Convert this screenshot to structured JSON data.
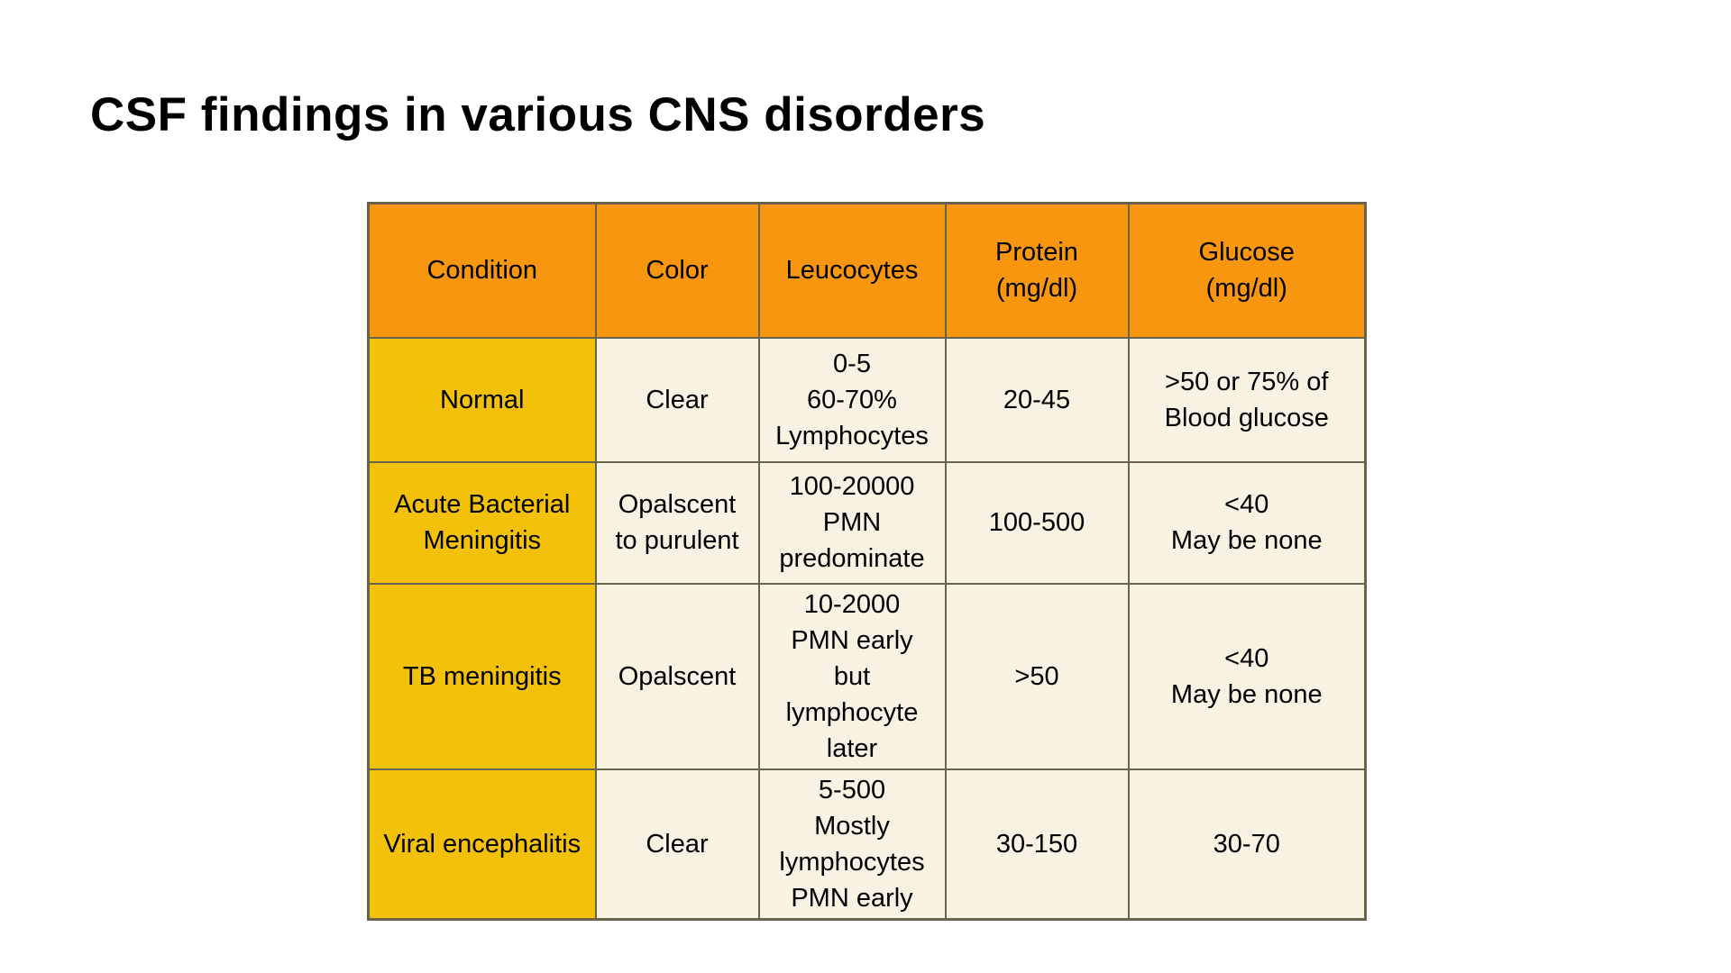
{
  "slide": {
    "title": "CSF findings in various CNS disorders"
  },
  "theme": {
    "page_bg": "#FFFFFF",
    "header_bg": "#F8960F",
    "condition_col_bg": "#F3C10A",
    "cell_bg": "#F7F2E1",
    "border_color": "#67634D",
    "text_color": "#000000",
    "title_color": "#000000"
  },
  "table": {
    "columns": [
      "Condition",
      "Color",
      "Leucocytes",
      "Protein\n(mg/dl)",
      "Glucose\n(mg/dl)"
    ],
    "rows": [
      {
        "condition": "Normal",
        "color": "Clear",
        "leucocytes": "0-5\n60-70%\nLymphocytes",
        "protein": "20-45",
        "glucose": ">50 or 75% of\nBlood glucose"
      },
      {
        "condition": "Acute Bacterial\nMeningitis",
        "color": "Opalscent\nto purulent",
        "leucocytes": "100-20000\nPMN\npredominate",
        "protein": "100-500",
        "glucose": "<40\nMay be none"
      },
      {
        "condition": "TB meningitis",
        "color": "Opalscent",
        "leucocytes": "10-2000\nPMN early\nbut\nlymphocyte\nlater",
        "protein": ">50",
        "glucose": "<40\nMay be none"
      },
      {
        "condition": "Viral encephalitis",
        "color": "Clear",
        "leucocytes": "5-500\nMostly\nlymphocytes\nPMN early",
        "protein": "30-150",
        "glucose": "30-70"
      }
    ]
  }
}
